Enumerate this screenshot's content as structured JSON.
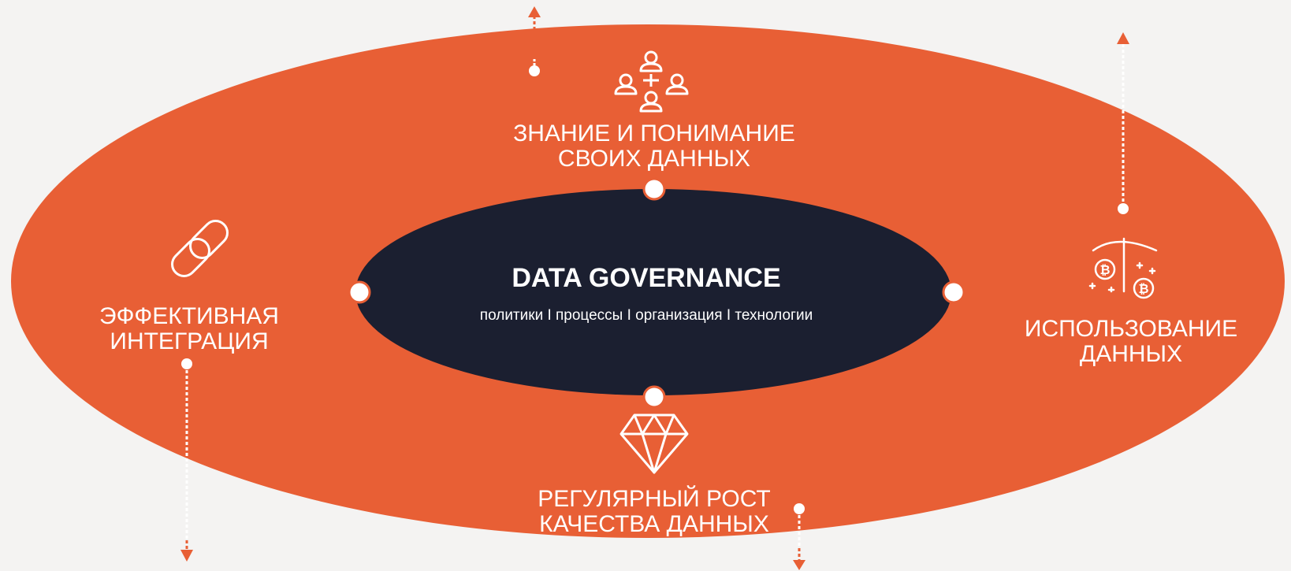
{
  "colors": {
    "background": "#f4f3f2",
    "outer_ellipse": "#e85f35",
    "inner_ellipse": "#1b1f30",
    "node": "#ffffff",
    "connector": "#e85f35"
  },
  "center": {
    "title": "DATA GOVERNANCE",
    "subtitle": "политики I процессы I организация I технологии"
  },
  "nodes": [
    {
      "id": "knowledge",
      "line1": "ЗНАНИЕ И ПОНИМАНИЕ",
      "line2": "СВОИХ ДАННЫХ",
      "icon": "people-network-icon"
    },
    {
      "id": "integration",
      "line1": "ЭФФЕКТИВНАЯ",
      "line2": "ИНТЕГРАЦИЯ",
      "icon": "chain-link-icon"
    },
    {
      "id": "usage",
      "line1": "ИСПОЛЬЗОВАНИЕ",
      "line2": "ДАННЫХ",
      "icon": "bitcoin-mining-icon"
    },
    {
      "id": "quality",
      "line1": "РЕГУЛЯРНЫЙ РОСТ",
      "line2": "КАЧЕСТВА ДАННЫХ",
      "icon": "diamond-icon"
    }
  ]
}
